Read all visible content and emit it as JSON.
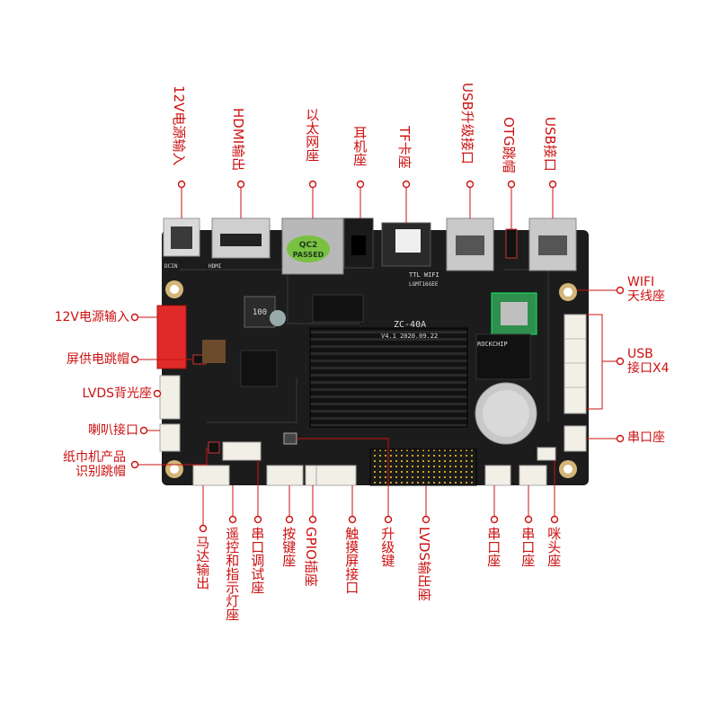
{
  "labels": {
    "power_in_top": "12V电源输入",
    "hdmi_out": "HDMI输出",
    "ethernet": "以太网座",
    "earphone": "耳机座",
    "tf_card": "TF卡座",
    "usb_upgrade": "USB升级接口",
    "otg_jumper": "OTG跳帽",
    "usb_port_top": "USB接口",
    "wifi_antenna": [
      "WIFI",
      "天线座"
    ],
    "usb_x4": [
      "USB",
      "接口X4"
    ],
    "uart_right": "串口座",
    "power_in_left": "12V电源输入",
    "screen_jumper": "屏供电跳帽",
    "lvds_backlight": "LVDS背光座",
    "speaker": "喇叭接口",
    "tissue_jumper": [
      "纸巾机产品",
      "识别跳帽"
    ],
    "motor_out": "马达输出",
    "remote_led": "遥控和指示灯座",
    "debug_uart": "串口调试座",
    "key_header": "按键座",
    "gpio": "GPIO插座",
    "touch": "触摸屏接口",
    "upgrade_key": "升级键",
    "lvds_out": "LVDS输出座",
    "uart_b1": "串口座",
    "uart_b2": "串口座",
    "mic": "咪头座"
  },
  "silkscreen": {
    "model": "ZC-40A",
    "version": "V4.1 2020.09.22",
    "wifi_module": "TTL WIFI",
    "qc_sticker": [
      "QC2",
      "PASSED"
    ],
    "inductor": "100",
    "dc_in": "DCIN",
    "hdmi": "HDMI",
    "rockchip": "ROCKCHIP",
    "module_code": "LGMT16GEE"
  },
  "colors": {
    "label": "#cc1111",
    "pcb": "#1c1c1c",
    "heatsink": "#0d0d0d",
    "connector": "#f2efe6",
    "power_connector": "#e02a2a"
  }
}
